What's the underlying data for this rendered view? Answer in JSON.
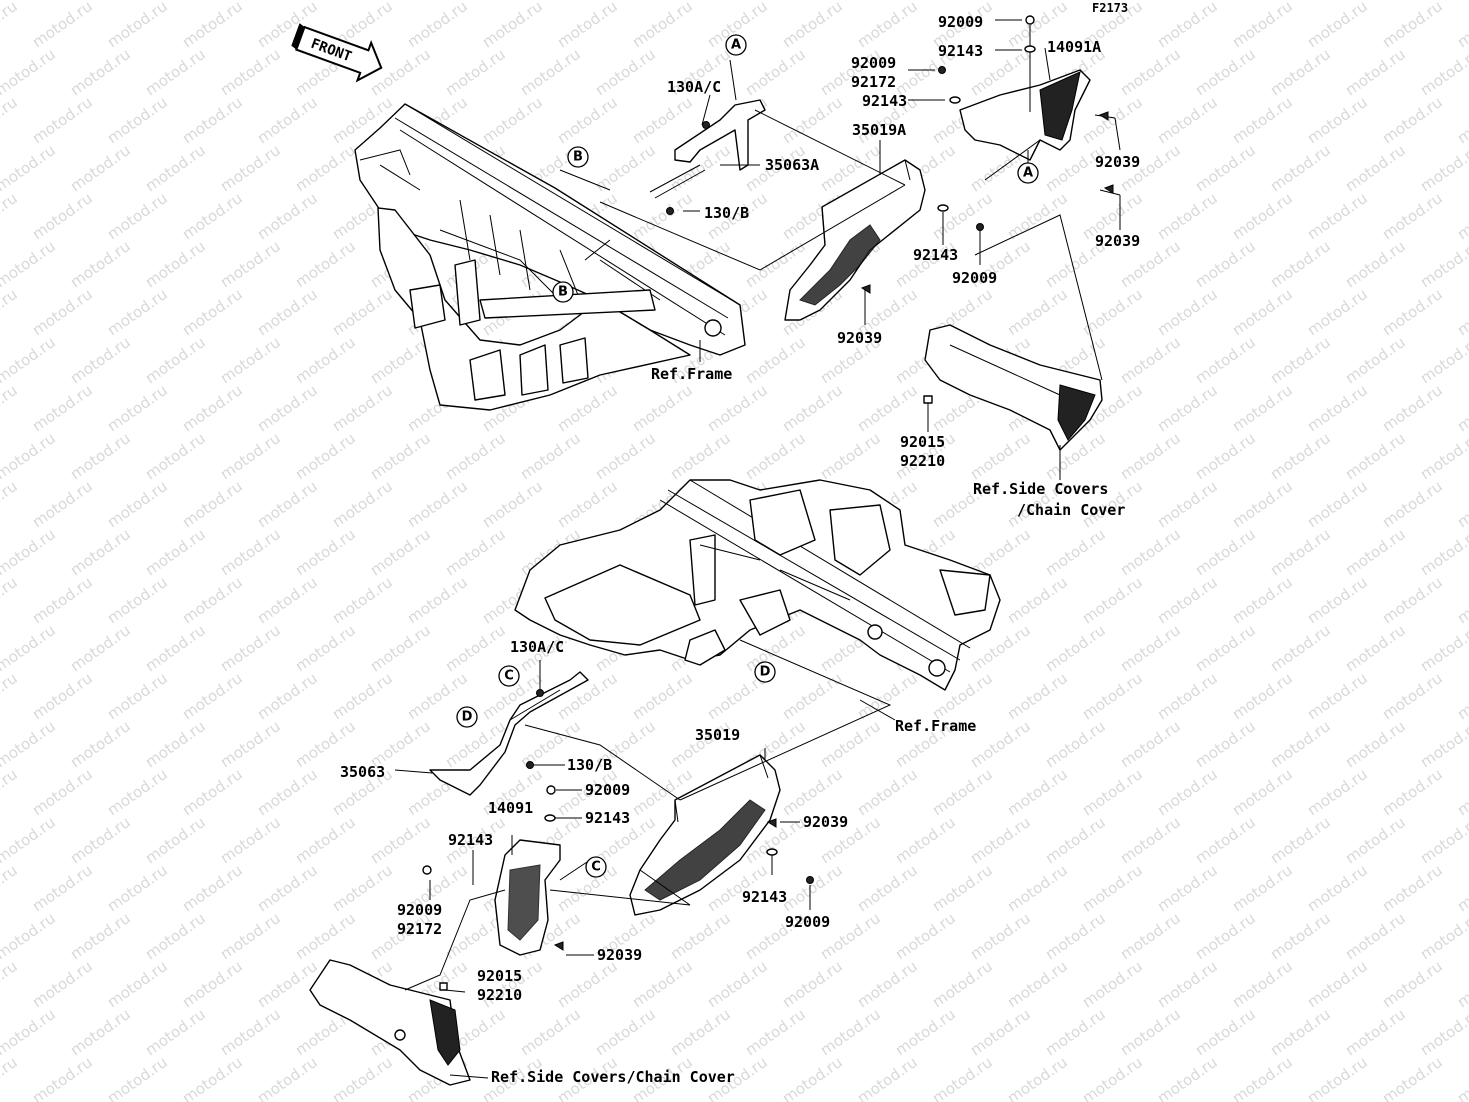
{
  "figure_code": "F2173",
  "watermark": "motod.ru",
  "front_label": "FRONT",
  "upper_labels": {
    "p92009_top": "92009",
    "p92143_top": "92143",
    "p14091A": "14091A",
    "p92009_b": "92009",
    "p92172_b": "92172",
    "p92143_b": "92143",
    "p130AC": "130A/C",
    "p35063A": "35063A",
    "p130B": "130/B",
    "p35019A": "35019A",
    "p92039_a": "92039",
    "p92039_b": "92039",
    "p92143_c": "92143",
    "p92009_c": "92009",
    "p92039_c": "92039",
    "ref_frame": "Ref.Frame",
    "p92015": "92015",
    "p92210": "92210",
    "ref_side_1": "Ref.Side Covers",
    "ref_side_2": "/Chain Cover"
  },
  "lower_labels": {
    "p130AC": "130A/C",
    "p35019": "35019",
    "ref_frame": "Ref.Frame",
    "p130B": "130/B",
    "p35063": "35063",
    "p92009_a": "92009",
    "p92143_a": "92143",
    "p14091": "14091",
    "p92039_a": "92039",
    "p92143_b": "92143",
    "p92009_b": "92009",
    "p92172": "92172",
    "p92143_c": "92143",
    "p92009_c": "92009",
    "p92039_b": "92039",
    "p92015": "92015",
    "p92210": "92210",
    "ref_side": "Ref.Side Covers/Chain Cover"
  },
  "ref_markers": {
    "A": "A",
    "B": "B",
    "C": "C",
    "D": "D"
  }
}
